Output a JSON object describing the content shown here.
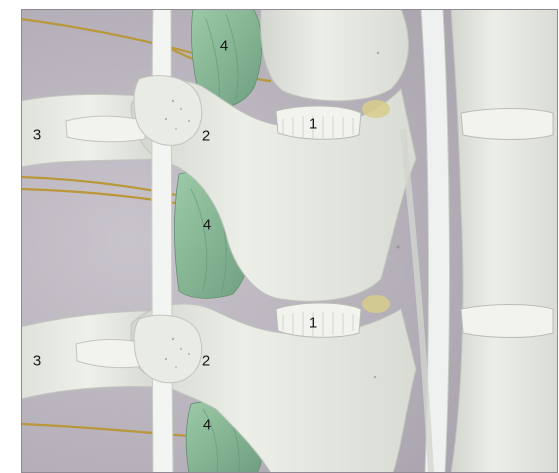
{
  "labels": {
    "vertebral_body_top": "1",
    "vertebral_body_bottom": "1",
    "transverse_process_top": "2",
    "transverse_process_bottom": "2",
    "rib_top": "3",
    "rib_bottom": "3",
    "muscle_top": "4",
    "muscle_middle": "4",
    "muscle_bottom": "4"
  },
  "colors": {
    "bone": "#e6e8e2",
    "bone_shadow": "#c6cac3",
    "muscle": "#8dbf9a",
    "muscle_dark": "#6fa180",
    "ligament": "#eef1ef",
    "disc": "#f3f4f1",
    "nerve": "#b99a3c",
    "background": "#bab5bd"
  }
}
